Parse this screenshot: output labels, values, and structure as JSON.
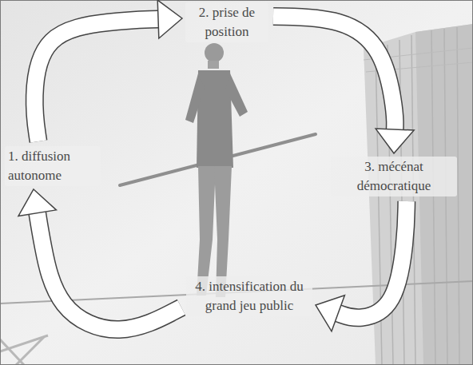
{
  "diagram": {
    "nodes": [
      {
        "text": [
          "1. diffusion autonome"
        ]
      },
      {
        "text": [
          "2. prise de position"
        ]
      },
      {
        "text": [
          "3. mécénat démocratique"
        ]
      },
      {
        "text": [
          "4. intensification du grand jeu public"
        ]
      }
    ],
    "edges": [
      {
        "from": 0,
        "to": 1,
        "arrow": "to"
      },
      {
        "from": 1,
        "to": 2,
        "arrow": "to"
      },
      {
        "from": 2,
        "to": 3,
        "arrow": "to"
      },
      {
        "from": 3,
        "to": 0,
        "arrow": "to"
      }
    ]
  }
}
